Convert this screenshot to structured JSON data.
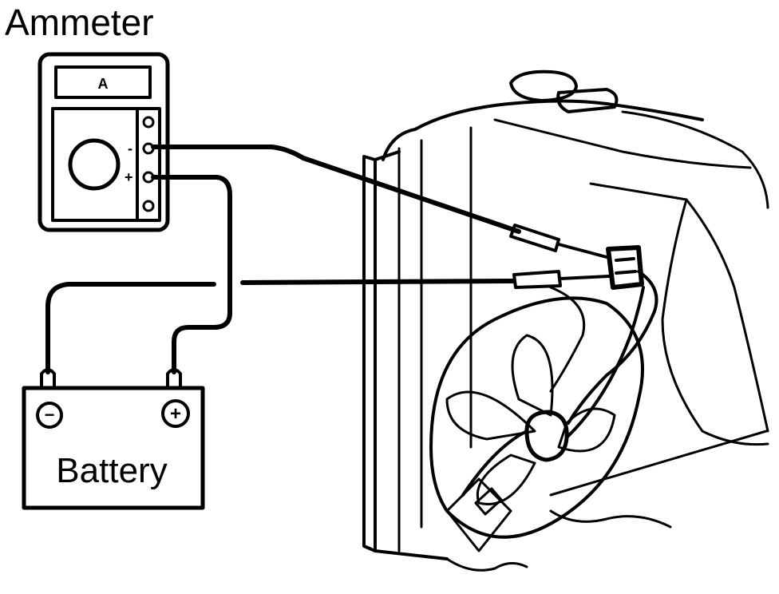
{
  "diagram": {
    "title": "Ammeter",
    "ammeter": {
      "display_label": "A",
      "negative_sign": "-",
      "positive_sign": "+"
    },
    "battery": {
      "label": "Battery",
      "negative_symbol": "−",
      "positive_symbol": "+"
    }
  }
}
